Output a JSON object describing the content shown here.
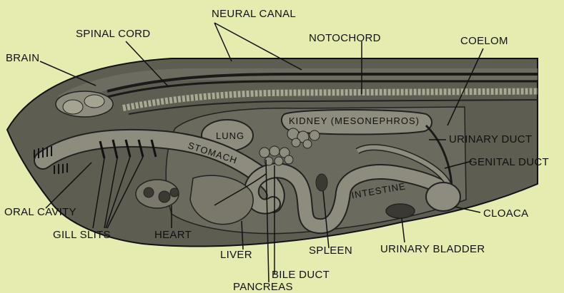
{
  "labels": {
    "neural_canal": "NEURAL CANAL",
    "spinal_cord": "SPINAL CORD",
    "notochord": "NOTOCHORD",
    "coelom": "COELOM",
    "brain": "BRAIN",
    "lung": "LUNG",
    "kidney": "KIDNEY (MESONEPHROS)",
    "urinary_duct": "URINARY DUCT",
    "genital_duct": "GENITAL DUCT",
    "stomach": "STOMACH",
    "intestine": "INTESTINE",
    "oral_cavity": "ORAL CAVITY",
    "gill_slits": "GILL SLITS",
    "heart": "HEART",
    "liver": "LIVER",
    "spleen": "SPLEEN",
    "urinary_bladder": "URINARY BLADDER",
    "cloaca": "CLOACA",
    "bile_duct": "BILE DUCT",
    "pancreas": "PANCREAS"
  },
  "colors": {
    "background": "#e6ecaf",
    "body": "#5d5d52",
    "organs": "#878577",
    "ink": "#111111"
  }
}
